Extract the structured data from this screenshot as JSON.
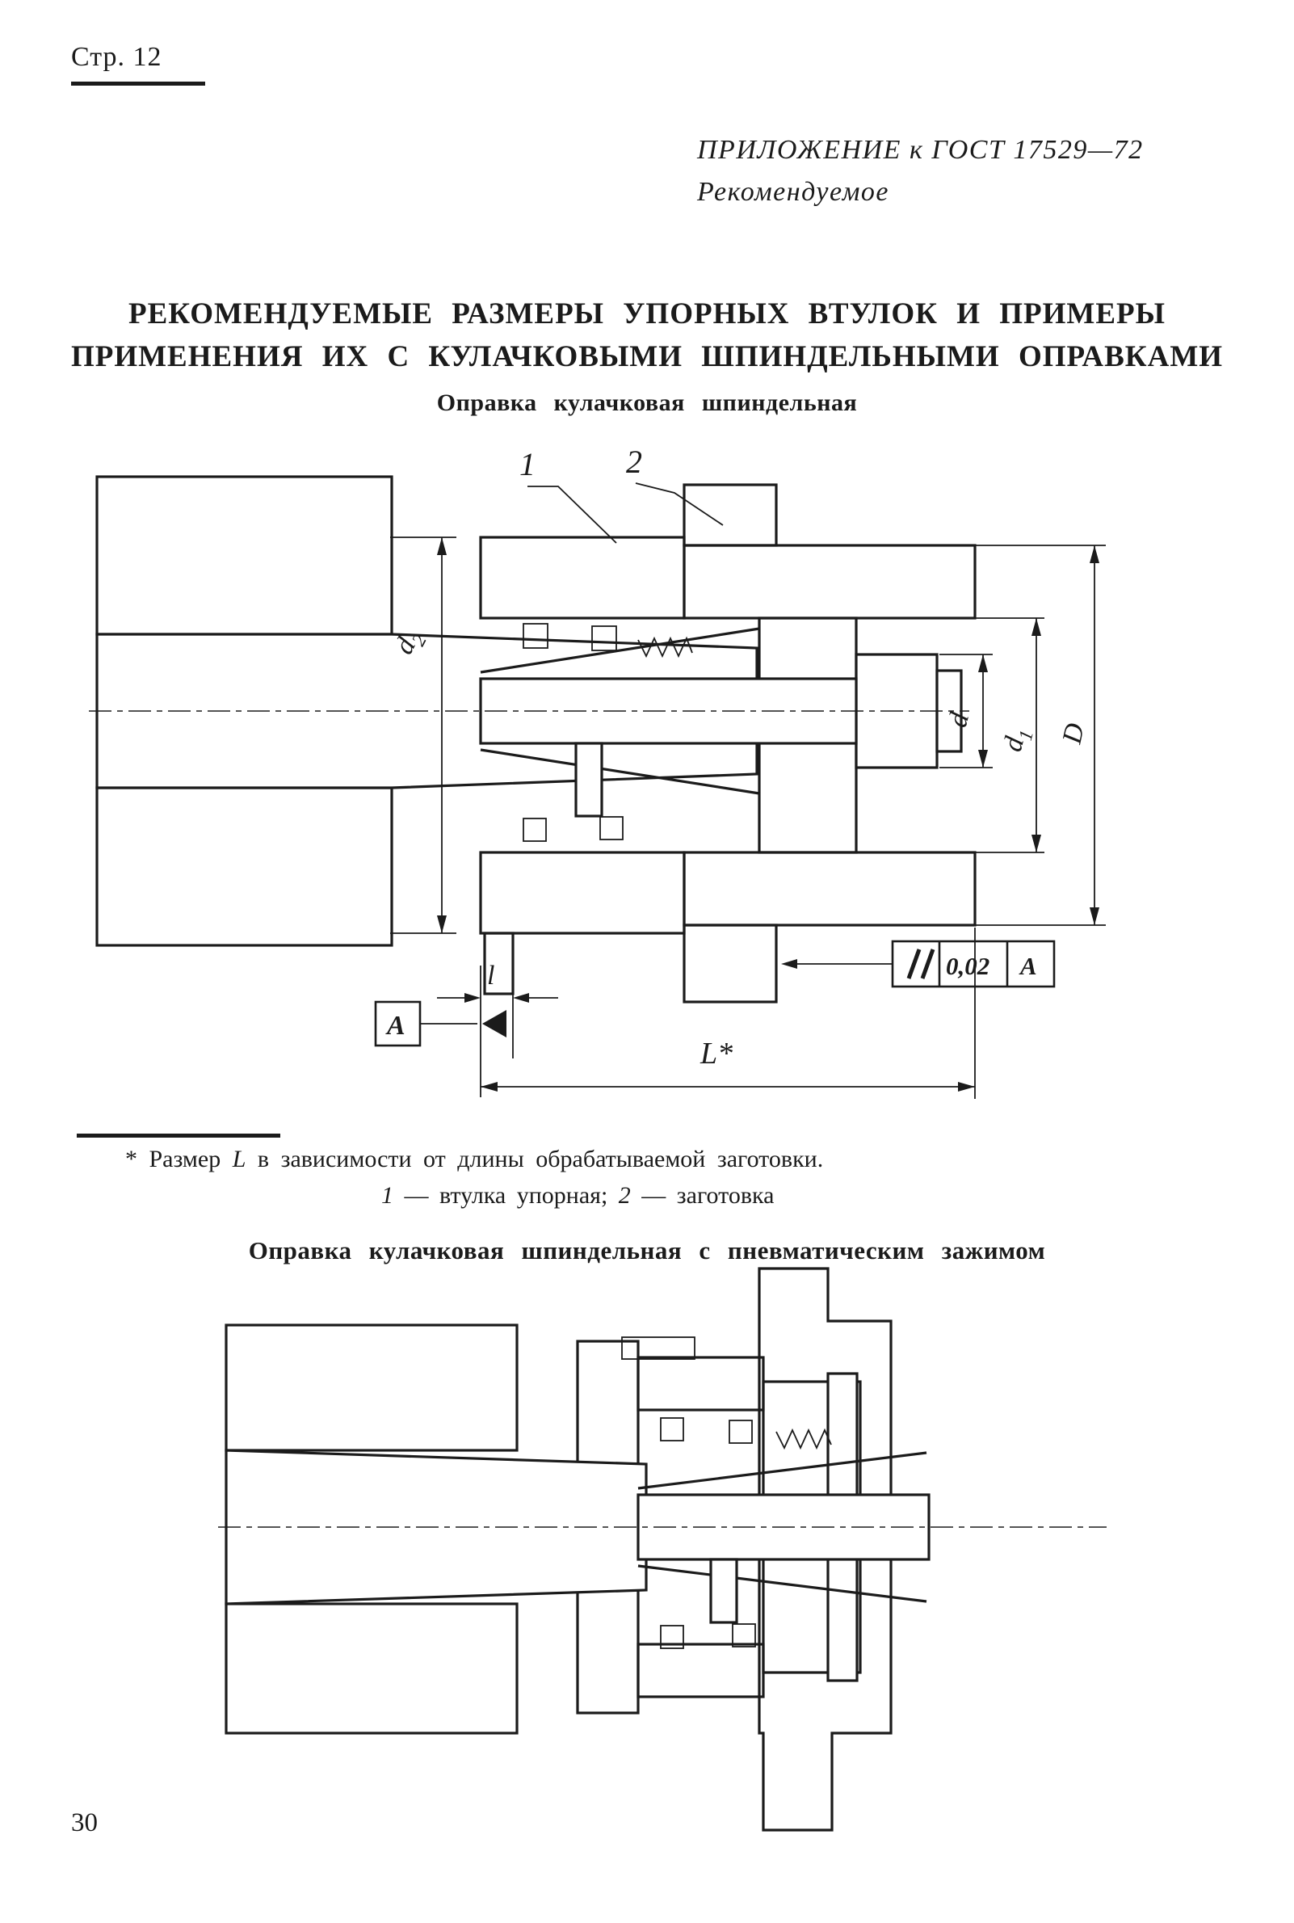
{
  "page": {
    "header": "Стр. 12",
    "page_number": "30"
  },
  "appendix": {
    "line1": "ПРИЛОЖЕНИЕ к ГОСТ 17529—72",
    "line2": "Рекомендуемое"
  },
  "title": {
    "line1": "РЕКОМЕНДУЕМЫЕ РАЗМЕРЫ УПОРНЫХ ВТУЛОК И ПРИМЕРЫ",
    "line2": "ПРИМЕНЕНИЯ ИХ С КУЛАЧКОВЫМИ ШПИНДЕЛЬНЫМИ ОПРАВКАМИ"
  },
  "figure1": {
    "caption": "Оправка кулачковая шпиндельная",
    "callout_1": "1",
    "callout_2": "2",
    "dim_d2": {
      "base": "d",
      "sub": "2"
    },
    "dim_d": "d",
    "dim_d1": {
      "base": "d",
      "sub": "1"
    },
    "dim_D": "D",
    "dim_l": "l",
    "dim_L": "L*",
    "tolerance_symbol": "∥",
    "tolerance_value": "0,02",
    "tolerance_datum": "A",
    "datum_label": "A"
  },
  "footnote": {
    "prefix": "* Размер ",
    "dim": "L",
    "suffix": " в зависимости от длины обрабатываемой заготовки.",
    "item1_num": "1",
    "item1_text": " — втулка упорная; ",
    "item2_num": "2",
    "item2_text": " — заготовка"
  },
  "figure2": {
    "caption": "Оправка кулачковая шпиндельная с пневматическим зажимом"
  },
  "colors": {
    "ink": "#1b1b1b",
    "paper": "#ffffff"
  }
}
